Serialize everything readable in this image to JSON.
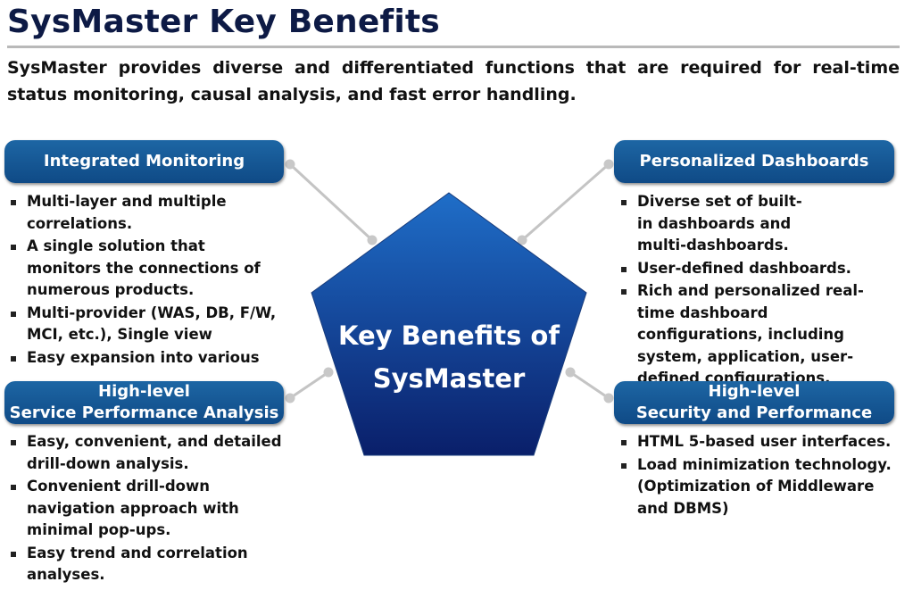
{
  "title": "SysMaster Key Benefits",
  "intro": "SysMaster provides diverse and differentiated functions that are required for real-time status monitoring, causal analysis, and fast error handling.",
  "center": {
    "line1": "Key Benefits of",
    "line2": "SysMaster"
  },
  "colors": {
    "pill": "#125696",
    "center_top": "#1f6ec8",
    "center_bottom": "#0a1f6a",
    "title": "#0d1a45",
    "connector": "#c4c4c4"
  },
  "panels": [
    {
      "heading": [
        "Integrated Monitoring"
      ],
      "bullets": [
        "Multi-layer and multiple correlations.",
        "A single solution that monitors the connections of numerous products.",
        "Multi-provider (WAS, DB, F/W, MCI, etc.), Single view",
        "Easy expansion into various"
      ]
    },
    {
      "heading": [
        "Personalized Dashboards"
      ],
      "bullets": [
        "Diverse set of built-in dashboards and multi-dashboards.",
        "User-defined dashboards.",
        "Rich and personalized real-time dashboard configurations, including system, application, user-defined configurations."
      ]
    },
    {
      "heading": [
        "High-level",
        "Service Performance Analysis"
      ],
      "bullets": [
        "Easy, convenient, and detailed drill-down analysis.",
        "Convenient drill-down navigation approach with minimal pop-ups.",
        "Easy trend and correlation analyses."
      ]
    },
    {
      "heading": [
        "High-level",
        "Security and Performance"
      ],
      "bullets": [
        "HTML 5-based user interfaces.",
        "Load minimization technology. (Optimization of Middleware and DBMS)"
      ]
    }
  ]
}
